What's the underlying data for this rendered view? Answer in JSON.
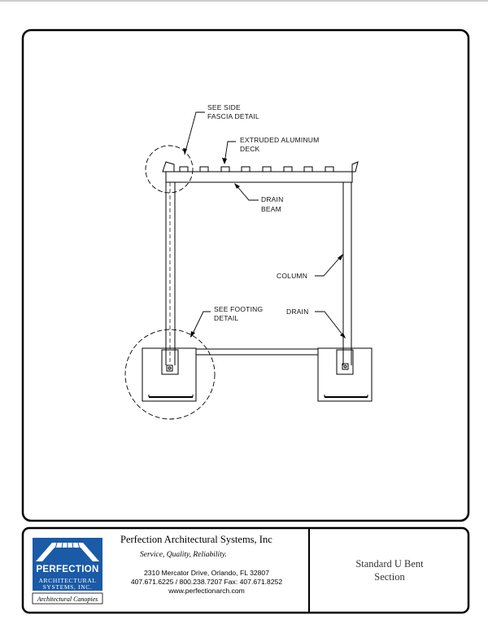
{
  "drawing": {
    "callouts": {
      "fascia_line1": "SEE SIDE",
      "fascia_line2": "FASCIA DETAIL",
      "deck_line1": "EXTRUDED ALUMINUM",
      "deck_line2": "DECK",
      "beam_line1": "DRAIN",
      "beam_line2": "BEAM",
      "column": "COLUMN",
      "footing_line1": "SEE FOOTING",
      "footing_line2": "DETAIL",
      "drain": "DRAIN"
    }
  },
  "title_block": {
    "logo": {
      "name": "PERFECTION",
      "sub_line1": "ARCHITECTURAL",
      "sub_line2": "SYSTEMS, INC.",
      "tagline": "Architectural Canopies",
      "brand_color": "#1a5aa6"
    },
    "company": "Perfection Architectural Systems, Inc",
    "tagline": "Service, Quality, Reliability.",
    "address": "2310 Mercator Drive, Orlando, FL 32807",
    "phones": "407.671.6225 / 800.238.7207  Fax: 407.671.8252",
    "website": "www.perfectionarch.com",
    "drawing_title_line1": "Standard U Bent",
    "drawing_title_line2": "Section"
  }
}
